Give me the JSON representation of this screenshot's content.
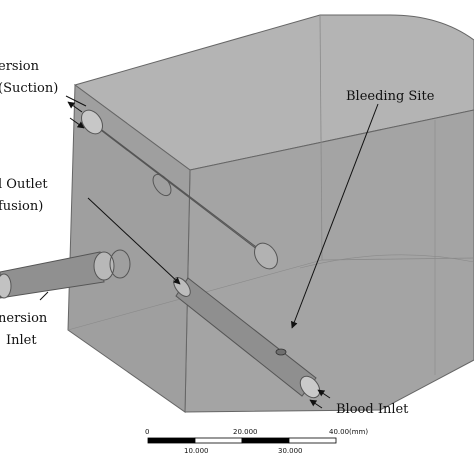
{
  "labels": {
    "immersion_suction_line1": "ersion",
    "immersion_suction_line2": "(Suction)",
    "outlet_line1": "l Outlet",
    "outlet_line2": "fusion)",
    "immersion_inlet_line1": "nersion",
    "immersion_inlet_line2": "Inlet",
    "bleeding_site": "Bleeding Site",
    "blood_inlet": "Blood Inlet"
  },
  "scale_bar": {
    "top_ticks": [
      "0",
      "20.000",
      "40.00"
    ],
    "bottom_ticks": [
      "10.000",
      "30.000"
    ],
    "unit": "(mm)"
  },
  "colors": {
    "box_fill": "#a9a9a9",
    "box_edge": "#555555",
    "tube_fill": "#9c9c9c",
    "arrow": "#111111"
  }
}
